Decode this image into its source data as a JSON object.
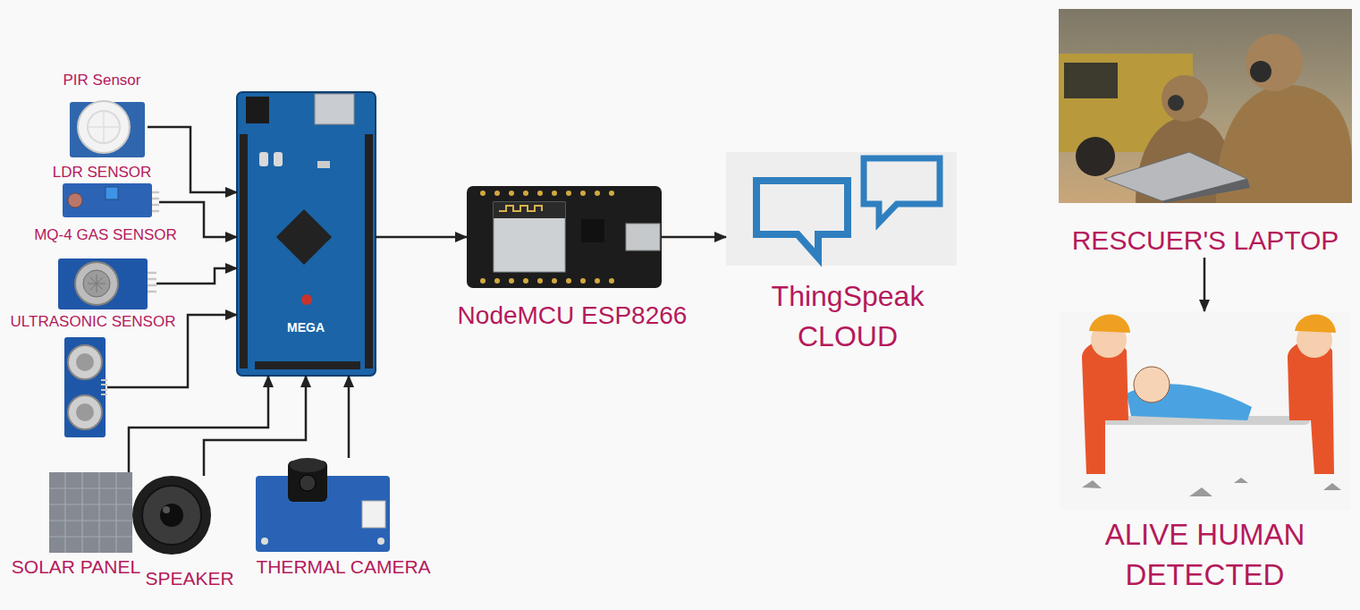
{
  "diagram": {
    "nodes": [
      {
        "text": [
          "PIR Sensor"
        ]
      },
      {
        "text": [
          "LDR SENSOR"
        ]
      },
      {
        "text": [
          "MQ-4 GAS SENSOR"
        ]
      },
      {
        "text": [
          "ULTRASONIC SENSOR"
        ]
      },
      {
        "text": [
          "SOLAR PANEL"
        ]
      },
      {
        "text": [
          "SPEAKER"
        ]
      },
      {
        "text": [
          "THERMAL CAMERA"
        ]
      },
      {
        "text": [
          "MEGA"
        ]
      },
      {
        "text": [
          "NodeMCU ESP8266"
        ]
      },
      {
        "text": [
          "ThingSpeak CLOUD"
        ]
      },
      {
        "text": [
          "RESCUER'S LAPTOP"
        ]
      },
      {
        "text": [
          "ALIVE HUMAN DETECTED"
        ]
      }
    ],
    "edges": [
      {
        "from": 0,
        "to": 7,
        "arrow": "to"
      },
      {
        "from": 1,
        "to": 7,
        "arrow": "to"
      },
      {
        "from": 2,
        "to": 7,
        "arrow": "to"
      },
      {
        "from": 3,
        "to": 7,
        "arrow": "to"
      },
      {
        "from": 4,
        "to": 7,
        "arrow": "to"
      },
      {
        "from": 5,
        "to": 7,
        "arrow": "to"
      },
      {
        "from": 6,
        "to": 7,
        "arrow": "to"
      },
      {
        "from": 7,
        "to": 8,
        "arrow": "to"
      },
      {
        "from": 8,
        "to": 9,
        "arrow": "to"
      },
      {
        "from": 10,
        "to": 11,
        "arrow": "to"
      }
    ]
  }
}
